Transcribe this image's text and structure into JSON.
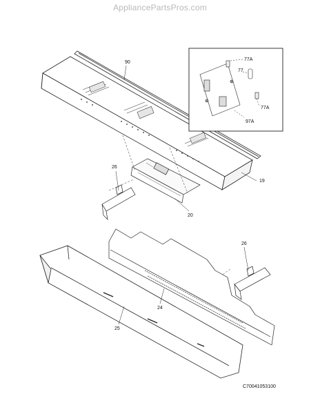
{
  "watermark": "AppliancePartsPros.com",
  "diagram_code": "C70041053100",
  "callouts": {
    "p90": "90",
    "p77a_top": "77A",
    "p77": "77",
    "p77a_bottom": "77A",
    "p97a": "97A",
    "p19": "19",
    "p26_left": "26",
    "p20": "20",
    "p26_right": "26",
    "p24": "24",
    "p25": "25"
  }
}
